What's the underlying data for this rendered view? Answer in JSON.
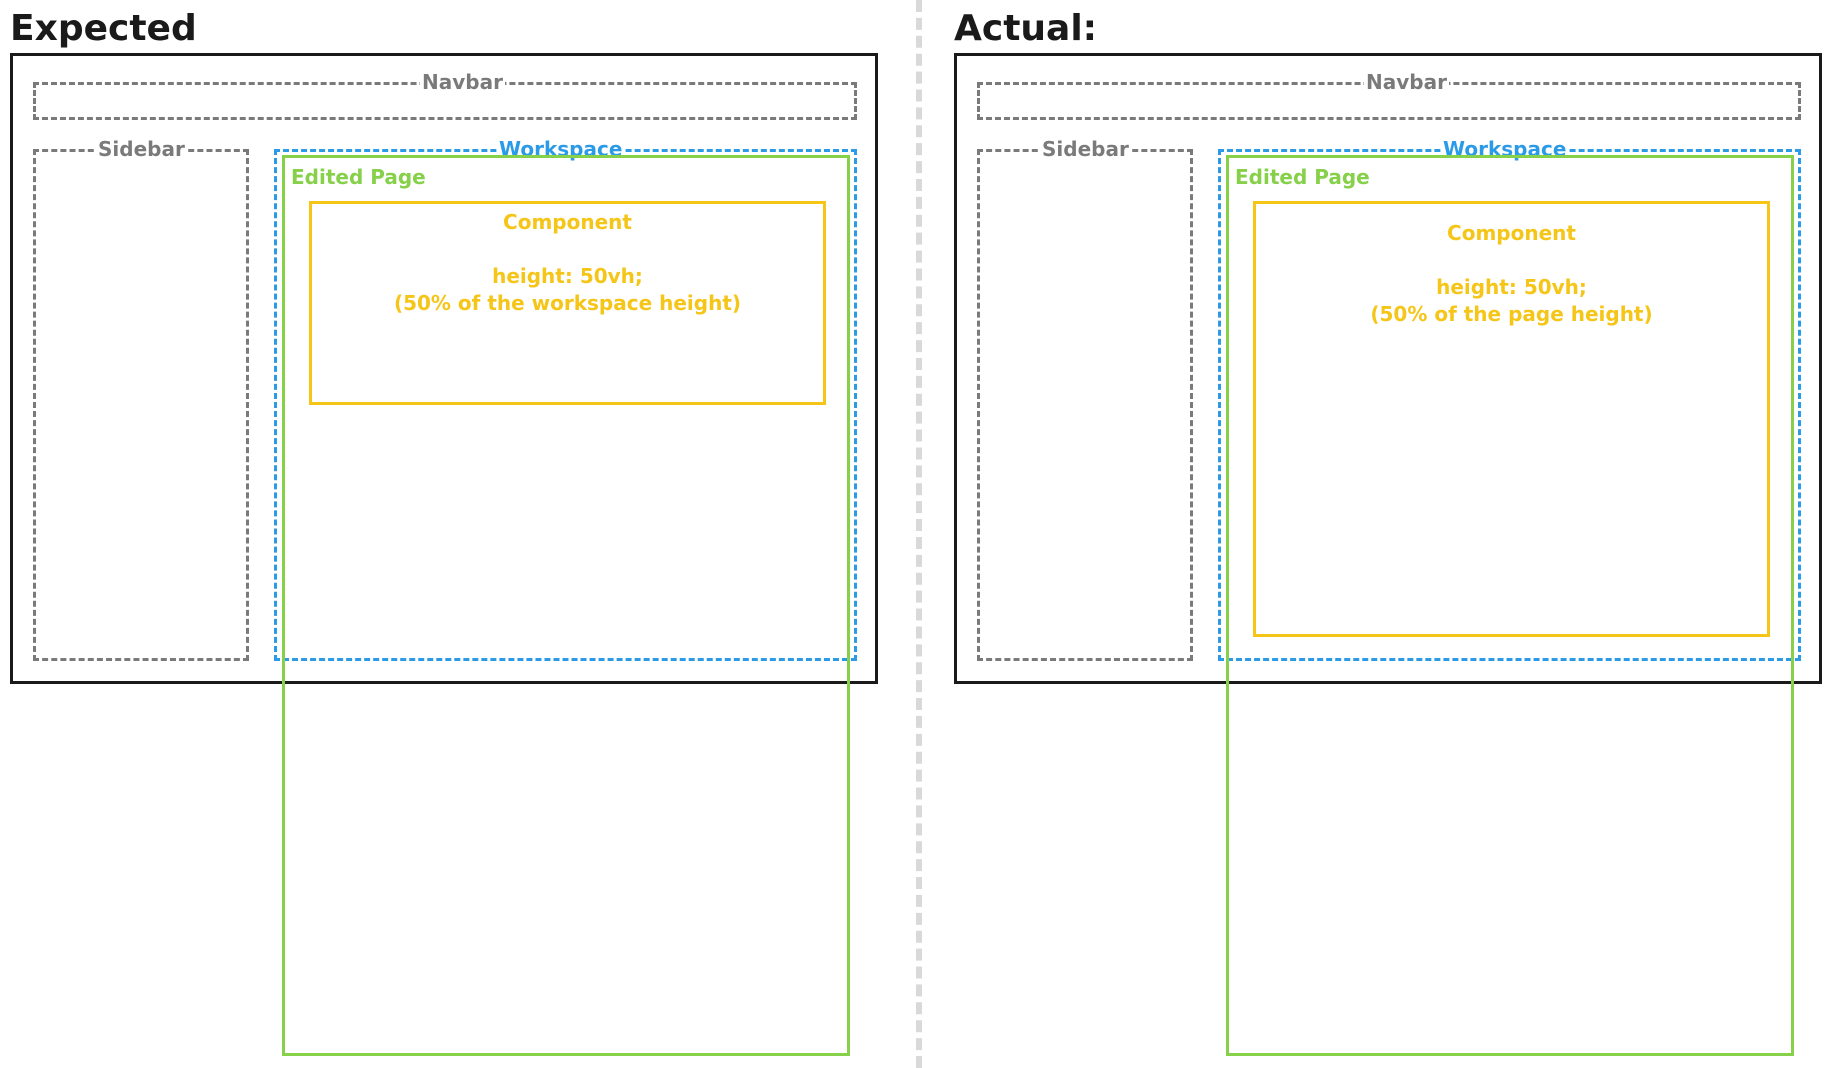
{
  "expected": {
    "heading": "Expected",
    "navbar_label": "Navbar",
    "sidebar_label": "Sidebar",
    "workspace_label": "Workspace",
    "edited_page_label": "Edited Page",
    "component": {
      "title": "Component",
      "line1": "height: 50vh;",
      "line2": "(50% of the workspace height)"
    }
  },
  "actual": {
    "heading": "Actual:",
    "navbar_label": "Navbar",
    "sidebar_label": "Sidebar",
    "workspace_label": "Workspace",
    "edited_page_label": "Edited Page",
    "component": {
      "title": "Component",
      "line1": "height: 50vh;",
      "line2": "(50% of the page height)"
    }
  },
  "colors": {
    "browser_border": "#1a1a1a",
    "navbar_sidebar": "#7a7a7a",
    "workspace": "#2b9be8",
    "edited_page": "#86d04a",
    "component": "#f5c518",
    "divider": "#d9d9d9"
  }
}
